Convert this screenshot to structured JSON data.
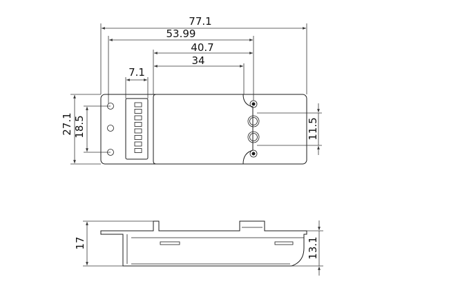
{
  "dimensions": {
    "overall_length": "77.1",
    "hole_to_hole_length": "53.99",
    "to_mounting_hole": "40.7",
    "body_length": "34",
    "connector_width": "7.1",
    "overall_width": "27.1",
    "hole_spacing": "18.5",
    "button_spacing": "11.5",
    "overall_height": "17",
    "body_height": "13.1"
  }
}
